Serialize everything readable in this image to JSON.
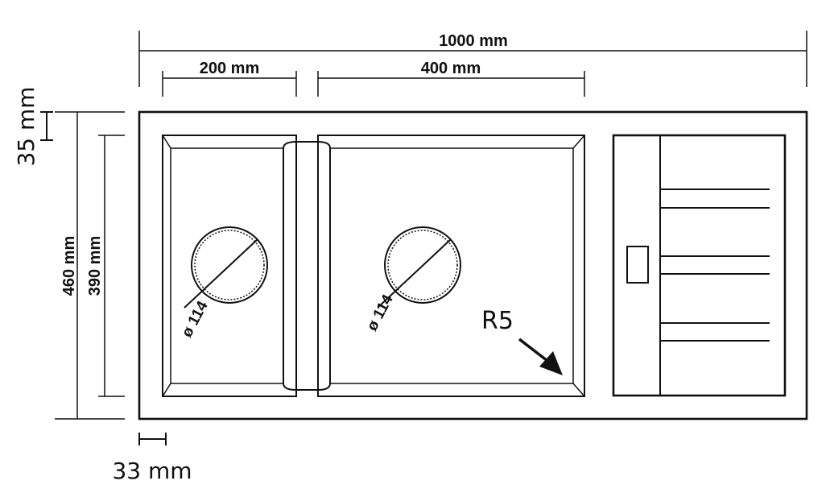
{
  "dimensions": {
    "total_width": "1000 mm",
    "left_bowl_width": "200 mm",
    "right_bowl_width": "400 mm",
    "top_margin": "35 mm",
    "total_depth": "460 mm",
    "bowl_depth": "390 mm",
    "side_margin": "33 mm"
  },
  "drains": {
    "left_label": "ø 114",
    "right_label": "ø 114"
  },
  "corner_radius": "R5"
}
